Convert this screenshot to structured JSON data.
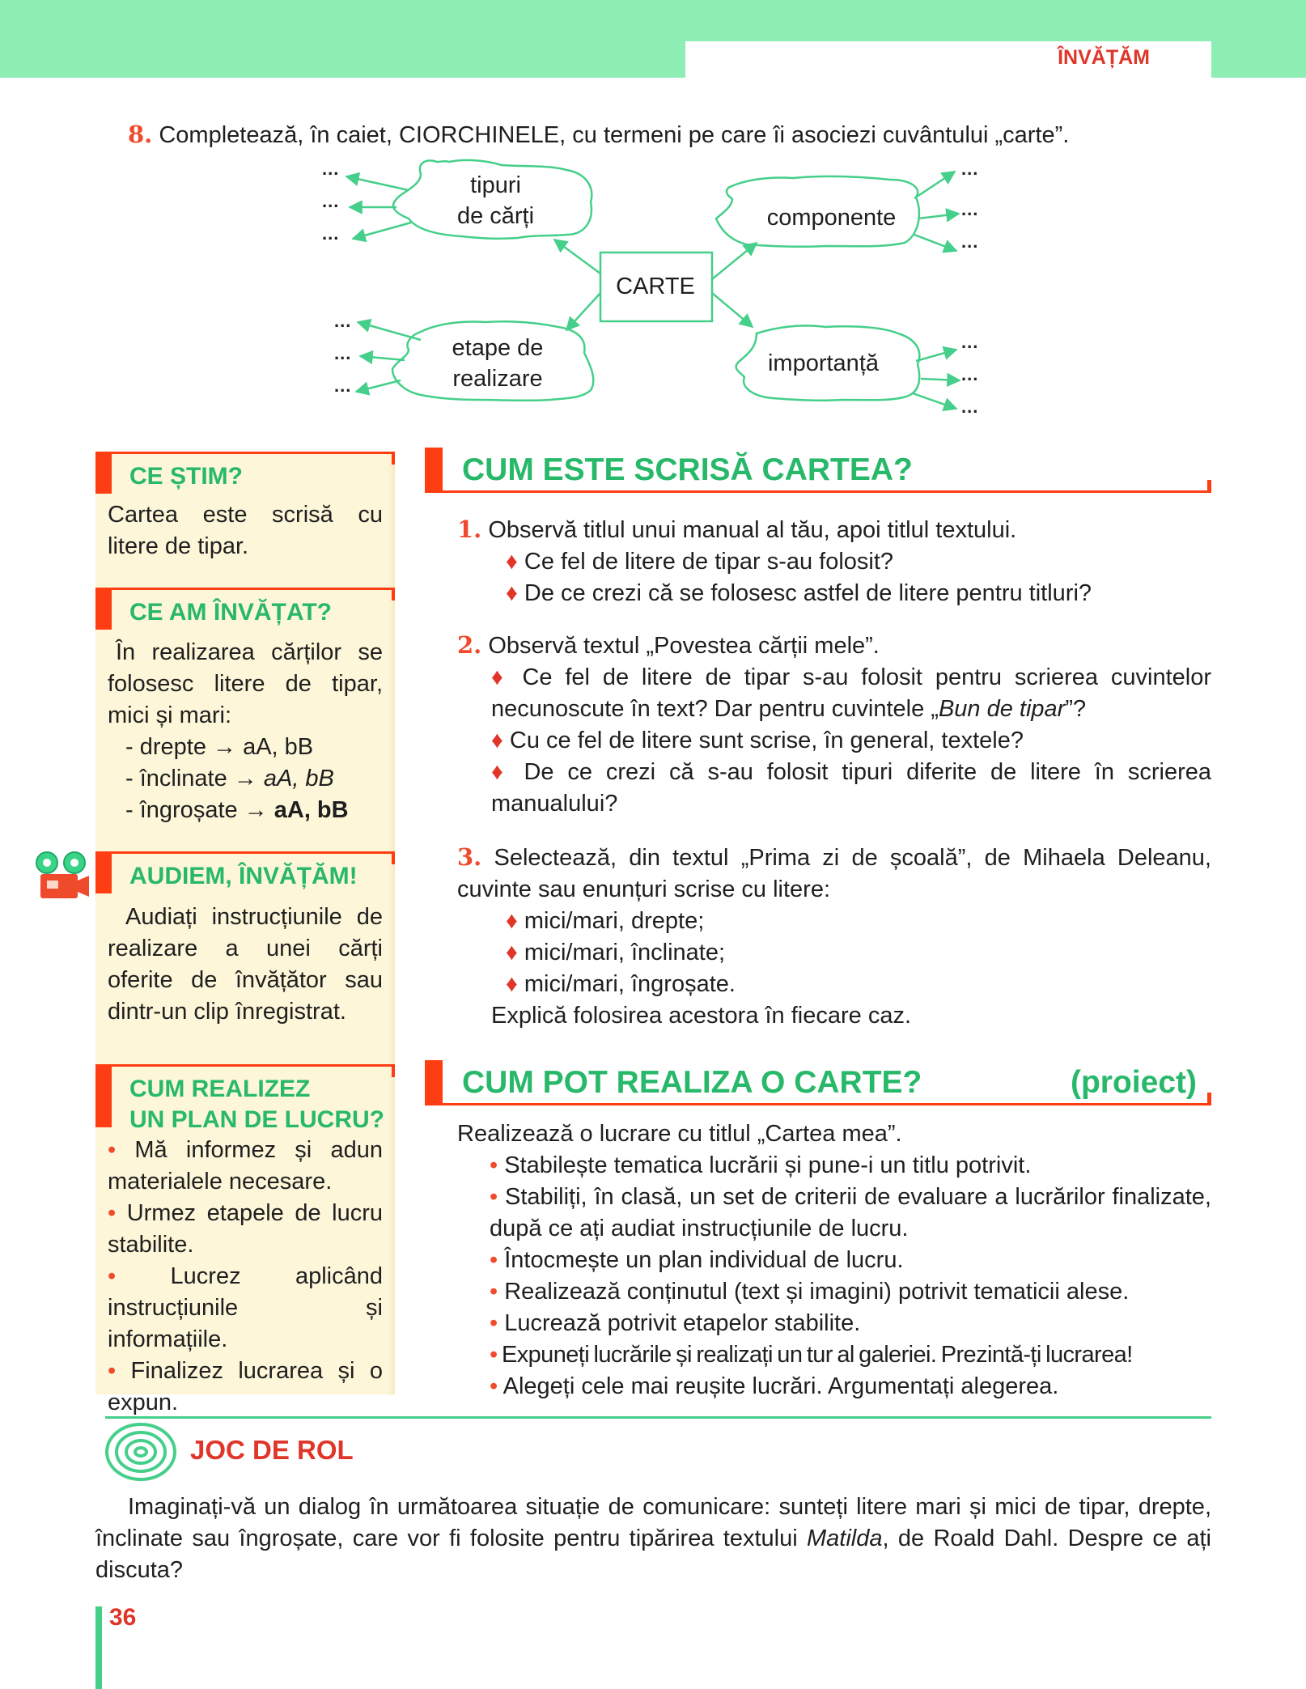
{
  "header": {
    "section_label": "ÎNVĂȚĂM"
  },
  "ex8": {
    "number": "8.",
    "text": "Completează, în caiet, CIORCHINELE, cu termeni pe care îi asociezi cuvântului „carte”.",
    "center": "CARTE",
    "cloud_tipuri": [
      "tipuri",
      "de cărți"
    ],
    "cloud_componente": "componente",
    "cloud_etape": [
      "etape de",
      "realizare"
    ],
    "cloud_importanta": "importanță",
    "ellipsis": "..."
  },
  "sidebar": {
    "ce_stim": {
      "title": "CE ȘTIM?",
      "text": "Cartea este scrisă cu litere de tipar."
    },
    "ce_am_invatat": {
      "title": "CE AM ÎNVĂȚAT?",
      "intro": "În realizarea cărților se folosesc litere de tipar, mici și mari:",
      "items": [
        {
          "prefix": "- drepte → ",
          "example": "aA, bB",
          "style": "normal"
        },
        {
          "prefix": "- înclinate → ",
          "example": "aA, bB",
          "style": "italic"
        },
        {
          "prefix": "- îngroșate → ",
          "example": "aA, bB",
          "style": "bold"
        }
      ]
    },
    "audiem": {
      "title": "AUDIEM, ÎNVĂȚĂM!",
      "text": "Audiați instrucțiunile de realizare a unei cărți oferite de învățător sau dintr-un clip înregistrat.",
      "icon": "projector-icon"
    },
    "plan": {
      "title_lines": [
        "CUM REALIZEZ",
        "UN PLAN DE LUCRU?"
      ],
      "items": [
        "Mă informez și adun materialele necesare.",
        "Urmez etapele de lucru stabilite.",
        "Lucrez aplicând instrucțiunile și informațiile.",
        "Finalizez lucrarea și o expun."
      ]
    }
  },
  "section1": {
    "title": "CUM ESTE SCRISĂ CARTEA?",
    "ex1": {
      "number": "1.",
      "text": "Observă titlul unui manual al tău, apoi titlul textului.",
      "q": [
        "Ce fel de litere de tipar s-au folosit?",
        "De ce crezi că se folosesc astfel de litere pentru titluri?"
      ]
    },
    "ex2": {
      "number": "2.",
      "text": "Observă textul „Povestea cărții mele”.",
      "q1a": "Ce fel de litere de tipar s-au folosit pentru scrierea cuvintelor necunoscute în text? Dar pentru cuvintele „",
      "q1_italic": "Bun de tipar",
      "q1b": "”?",
      "q2": "Cu ce fel de litere sunt scrise, în general, textele?",
      "q3": "De ce crezi că s-au folosit tipuri diferite de litere în scrierea manualului?"
    },
    "ex3": {
      "number": "3.",
      "text": "Selectează, din textul „Prima zi de școală”, de Mihaela Deleanu, cuvinte sau enunțuri scrise cu litere:",
      "items": [
        "mici/mari, drepte;",
        "mici/mari, înclinate;",
        "mici/mari, îngroșate."
      ],
      "explain": "Explică folosirea acestora în fiecare caz."
    }
  },
  "section2": {
    "title": "CUM POT REALIZA O CARTE?",
    "tag": "(proiect)",
    "intro": "Realizează o lucrare cu titlul „Cartea mea”.",
    "items": [
      "Stabilește tematica lucrării și pune-i un titlu potrivit.",
      "Stabiliți, în clasă, un set de criterii de evaluare a lucrărilor finalizate, după ce ați audiat instrucțiunile de lucru.",
      "Întocmește un plan individual de lucru.",
      "Realizează conținutul (text și imagini) potrivit tematicii alese.",
      "Lucrează potrivit etapelor stabilite.",
      "Expuneți lucrările și realizați un tur al galeriei. Prezintă-ți lucrarea!",
      "Alegeți cele mai reușite lucrări. Argumentați alegerea."
    ]
  },
  "joc": {
    "title": "JOC DE ROL",
    "icon": "spiral-icon",
    "text_a": "Imaginați-vă un dialog în următoarea situație de comunicare: sunteți litere mari și mici de tipar, drepte, înclinate sau îngroșate, care vor fi folosite pentru tipărirea textului ",
    "text_italic": "Matilda",
    "text_b": ", de Roald Dahl. Despre ce ați discuta?"
  },
  "page_number": "36",
  "colors": {
    "green_bar": "#8deeb4",
    "accent_red": "#ff3d12",
    "title_green": "#28b86a",
    "sidebar_bg": "#fdf6d9"
  }
}
